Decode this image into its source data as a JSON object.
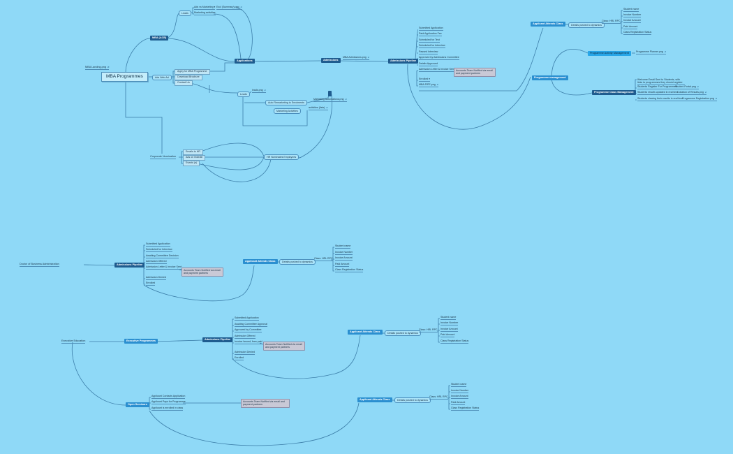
{
  "colors": {
    "background": "#8fd9f7",
    "dark_node": "#1f5c8f",
    "mid_node": "#2b8fd0",
    "bright_node": "#27a6e8",
    "note": "#c9c9d6",
    "line": "#3b7da8"
  },
  "icons": {
    "attachment": "paperclip-icon"
  },
  "map1": {
    "central": "MBA Programmes",
    "landing": "MBA Landing.png",
    "mba_acb": "MBA (ACB)",
    "leads_top": "Leads",
    "ads_marketing": "Ads vs Marketing",
    "excel_summary": "Excl (Summary).png",
    "marketing_activities_top": "Marketing activities",
    "applications": "Applications",
    "admissions": "Admissions",
    "mba_admissions_png": "MBA Admissions.png",
    "admissions_pipeline": "Admissions Pipeline",
    "pipeline_items": [
      "Submitted Application",
      "Paid Application Fee",
      "Scheduled for Test",
      "Scheduled for Interview",
      "Passed Interview",
      "Approved by Admissions Committee",
      "Details Approved",
      "Admission Letter & Invoice Sent"
    ],
    "pipeline_note": "Accounts Team Notified via email and payment partners",
    "enrolled": "Enrolled",
    "mba_pipe_png": "MBA PIPE.png",
    "applicant_class": "Applicant Attends Class",
    "details_pushed": "Details pushed to dynamics",
    "class_hrs": "Class: HRL RPC",
    "class_items": [
      "Student name",
      "Invoice Number",
      "Invoice Amount",
      "Paid Amount",
      "Class Registration Status"
    ],
    "programme_management": "Programme management",
    "programme_activity_mgmt": "Programme Activity Management",
    "programme_planner_png": "Programme Planner.png",
    "programme_class_mgmt": "Programme Class Management",
    "welcome_email": "Welcome Email Sent to Students, with links to programmes they should register",
    "students_register": "Students Register For Programmes",
    "student_portal_png": "Student Portal.png",
    "results_update": "Students results updated in real time",
    "collation_png": "Collation of Results.png",
    "students_viewing": "Students viewing their results in real time",
    "programme_registration_png": "Programme Registration.png",
    "ads_left": "Ads Web Ad",
    "apply_mba": "Apply for MBA Programme",
    "download_brochure": "Download Brochure",
    "contact_us": "Contact Us",
    "leads_mid": "Leads",
    "leads_png": "leads.png",
    "auto_remarketing": "Auto Remarketing to Enrolments",
    "marketing_automations_png": "Marketing Automations.png",
    "marketing_activities": "Marketing Activities",
    "activities_png": "activities (lists)",
    "corporate_nomination": "Corporate Nomination",
    "email_hr": "Emails to HR",
    "ads_linkedin": "Ads on linkedin",
    "events": "Events (e)",
    "hr_nominates": "HR Nominates Employees"
  },
  "map2": {
    "root": "Doctor of Business Administration",
    "admissions_pipeline": "Admissions Pipeline",
    "items": [
      "Submitted Application",
      "Scheduled for Interview",
      "Awaiting Committee Decision",
      "Admission Offered",
      "Admission Letter & Invoice Sent",
      "Admission Denied",
      "Enrolled"
    ],
    "note": "Accounts Team Notified via email and payment partners",
    "applicant_class": "Applicant Attends Class",
    "details_pushed": "Details pushed to dynamics",
    "class_hrs": "Class: HRL RPC",
    "class_items": [
      "Student name",
      "Invoice Number",
      "Invoice Amount",
      "Paid Amount",
      "Class Registration Status"
    ]
  },
  "map3": {
    "root": "Executive Education",
    "exec_programmes": "Executive Programmes",
    "admissions_pipeline": "Admissions Pipeline",
    "items": [
      "Submitted Application",
      "Awaiting Committee Approval",
      "Approved by Committee",
      "Admission Offered",
      "Invoice Issued, fees paid",
      "Admission Denied",
      "Enrolled"
    ],
    "note": "Accounts Team Notified via email and payment partners",
    "applicant_class": "Applicant Attends Class",
    "details_pushed": "Details pushed to dynamics",
    "class_hrs": "Class: HRL RPC",
    "class_items": [
      "Student name",
      "Invoice Number",
      "Invoice Amount",
      "Paid Amount",
      "Class Registration Status"
    ],
    "open_seminars": "Open Seminars",
    "seminar_items": [
      "Applicant Contacts Application",
      "Applicant Pays for Programme",
      "Applicant is enrolled in class"
    ],
    "seminar_note": "Accounts Team Notified via email and payment partners",
    "applicant_class_2": "Applicant Attends Class",
    "details_pushed_2": "Details pushed to dynamics",
    "class_hrs_2": "Class: HRL RPC",
    "class_items_2": [
      "Student name",
      "Invoice Number",
      "Invoice Amount",
      "Paid Amount",
      "Class Registration Status"
    ]
  }
}
